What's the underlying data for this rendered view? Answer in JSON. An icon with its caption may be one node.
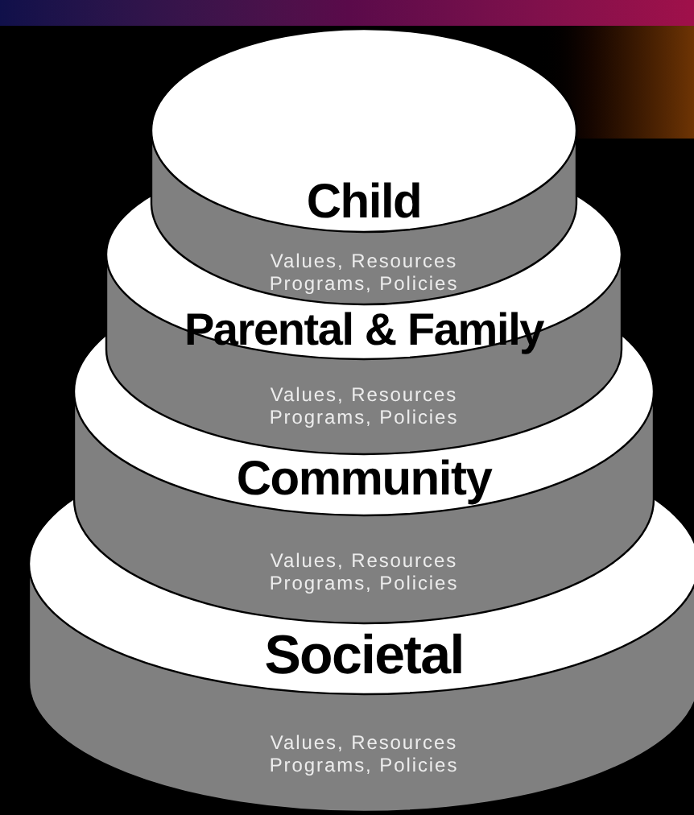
{
  "diagram": {
    "nodes": [
      {
        "text": [
          "Child",
          "Values, Resources Programs, Policies"
        ]
      },
      {
        "text": [
          "Parental & Family",
          "Values, Resources Programs, Policies"
        ]
      },
      {
        "text": [
          "Community",
          "Values, Resources Programs, Policies"
        ]
      },
      {
        "text": [
          "Societal",
          "Values, Resources Programs, Policies"
        ]
      }
    ]
  }
}
